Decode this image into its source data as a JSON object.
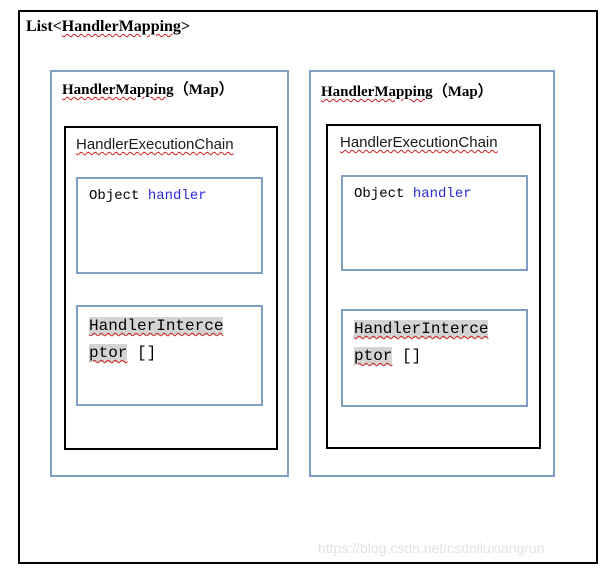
{
  "diagram": {
    "list_label_prefix": "List<",
    "list_label_type": "HandlerMapping",
    "list_label_suffix": ">",
    "mappings": [
      {
        "title_name": "HandlerMapping",
        "title_suffix": "（Map）",
        "chain_title": "HandlerExecutionChain",
        "object_type": "Object",
        "object_field": "handler",
        "interceptor_line1": "HandlerInterce",
        "interceptor_line2_hl": "ptor",
        "interceptor_line2_rest": " []"
      },
      {
        "title_name": "HandlerMapping",
        "title_suffix": "（Map）",
        "chain_title": "HandlerExecutionChain",
        "object_type": "Object",
        "object_field": "handler",
        "interceptor_line1": "HandlerInterce",
        "interceptor_line2_hl": "ptor",
        "interceptor_line2_rest": " []"
      }
    ]
  },
  "watermark": "https://blog.csdn.net/csdnliuxiangrun"
}
